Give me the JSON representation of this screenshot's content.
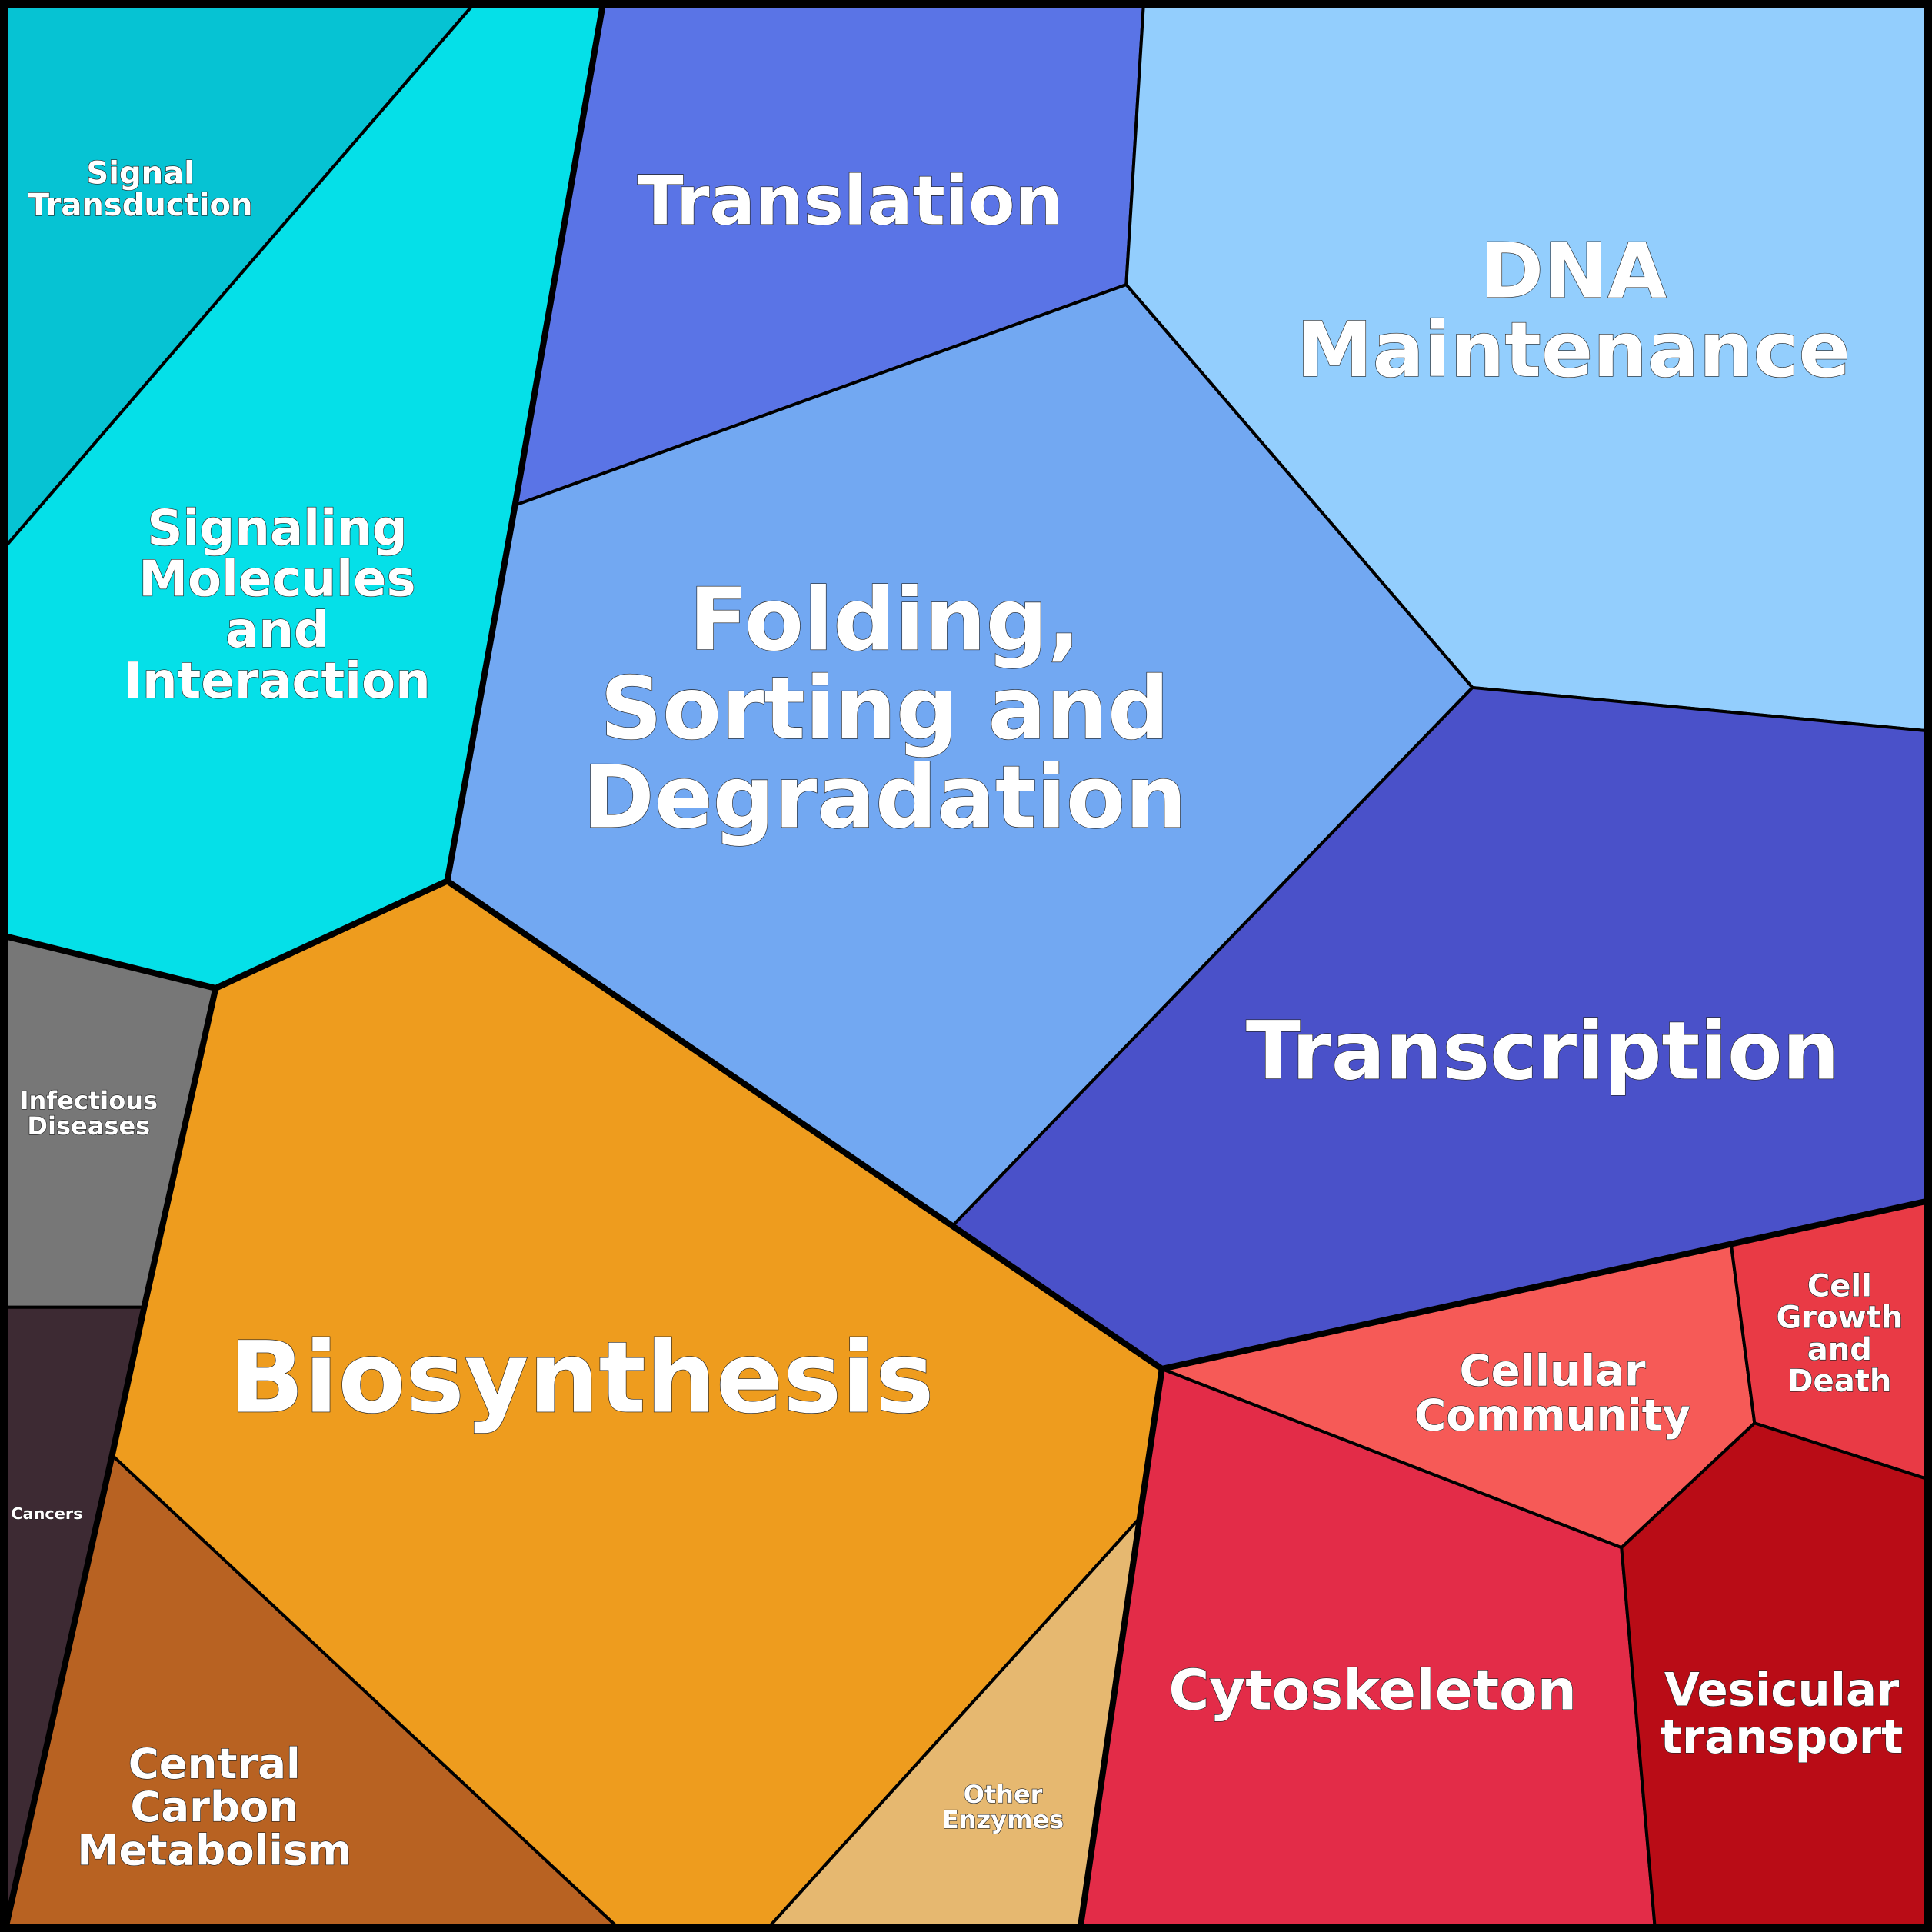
{
  "title": "Voronoi treemap of functional categories",
  "cells": [
    {
      "id": "signal-transduction",
      "lines": [
        "Signal",
        "Transduction"
      ],
      "color": "#06C3D3"
    },
    {
      "id": "signaling-molecules",
      "lines": [
        "Signaling",
        "Molecules",
        "and",
        "Interaction"
      ],
      "color": "#05E0E8"
    },
    {
      "id": "translation",
      "lines": [
        "Translation"
      ],
      "color": "#5A74E6"
    },
    {
      "id": "dna-maintenance",
      "lines": [
        "DNA",
        "Maintenance"
      ],
      "color": "#93CEFD"
    },
    {
      "id": "folding",
      "lines": [
        "Folding,",
        "Sorting and",
        "Degradation"
      ],
      "color": "#72A8F2"
    },
    {
      "id": "transcription",
      "lines": [
        "Transcription"
      ],
      "color": "#4A51C9"
    },
    {
      "id": "infectious-diseases",
      "lines": [
        "Infectious",
        "Diseases"
      ],
      "color": "#777777"
    },
    {
      "id": "cancers",
      "lines": [
        "Cancers"
      ],
      "color": "#3D2A33"
    },
    {
      "id": "central-carbon",
      "lines": [
        "Central",
        "Carbon",
        "Metabolism"
      ],
      "color": "#B86222"
    },
    {
      "id": "biosynthesis",
      "lines": [
        "Biosynthesis"
      ],
      "color": "#EE9C1E"
    },
    {
      "id": "other-enzymes",
      "lines": [
        "Other",
        "Enzymes"
      ],
      "color": "#E6B870"
    },
    {
      "id": "cytoskeleton",
      "lines": [
        "Cytoskeleton"
      ],
      "color": "#E32C48"
    },
    {
      "id": "cellular-community",
      "lines": [
        "Cellular",
        "Community"
      ],
      "color": "#F65A57"
    },
    {
      "id": "cell-growth",
      "lines": [
        "Cell",
        "Growth",
        "and",
        "Death"
      ],
      "color": "#E93A45"
    },
    {
      "id": "vesicular-transport",
      "lines": [
        "Vesicular",
        "transport"
      ],
      "color": "#B90C16"
    }
  ]
}
